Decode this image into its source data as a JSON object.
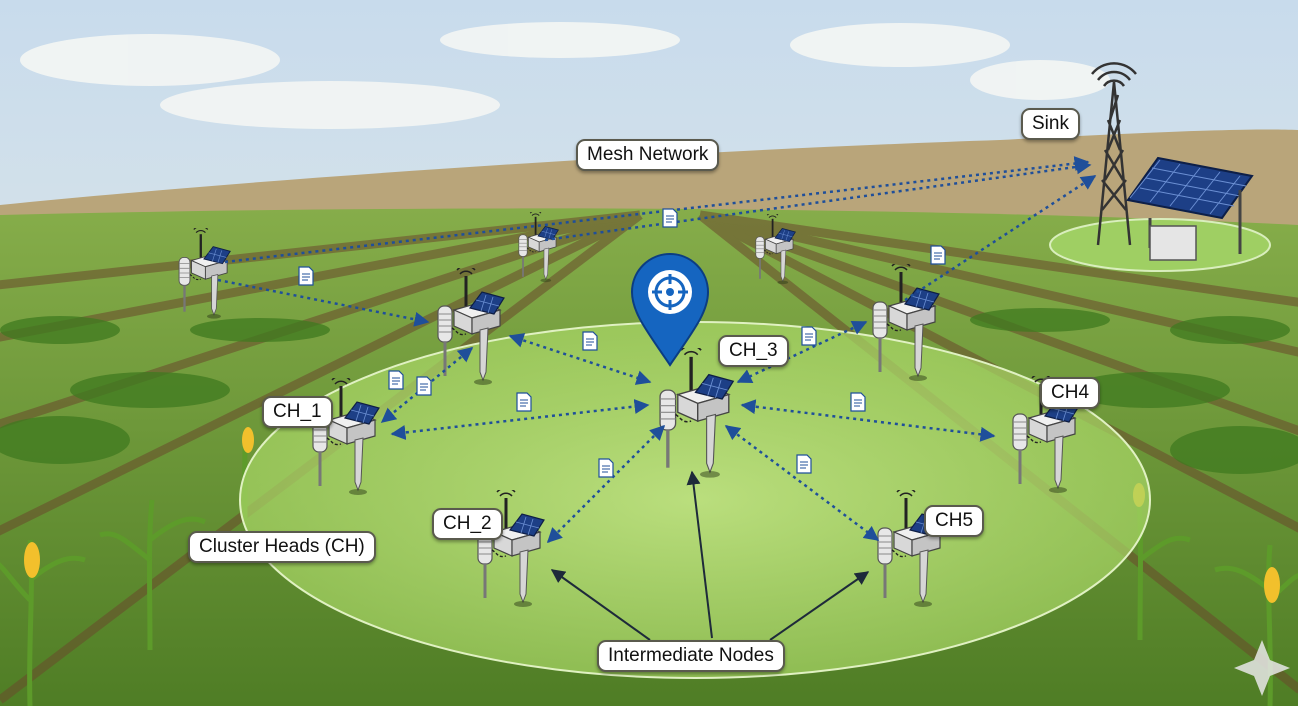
{
  "labels": {
    "mesh_network": "Mesh Network",
    "sink": "Sink",
    "ch_1": "CH_1",
    "ch_2": "CH_2",
    "ch_3": "CH_3",
    "ch4": "CH4",
    "ch5": "CH5",
    "cluster_heads": "Cluster Heads (CH)",
    "intermediate_nodes": "Intermediate Nodes"
  },
  "colors": {
    "link": "#1f4f9a",
    "cluster_area": "#b8e07a",
    "sky_top": "#c7d9ea",
    "pin": "#1565c0"
  }
}
